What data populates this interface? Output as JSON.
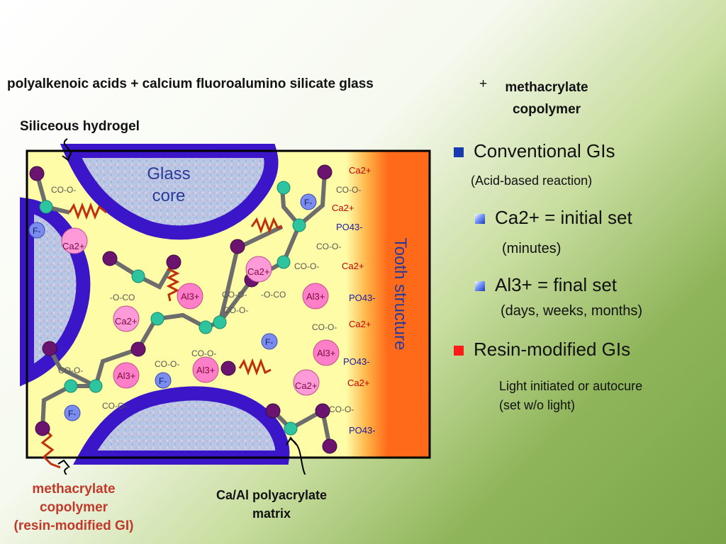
{
  "header": {
    "formula_left": "polyalkenoic acids + calcium fluoroalumino silicate glass",
    "plus": "+",
    "formula_right_line1": "methacrylate",
    "formula_right_line2": "copolymer"
  },
  "labels": {
    "siliceous": "Siliceous hydrogel",
    "methacrylate_line1": "methacrylate",
    "methacrylate_line2": "copolymer",
    "methacrylate_line3": "(resin-modified GI)",
    "matrix_line1": "Ca/Al polyacrylate",
    "matrix_line2": "matrix"
  },
  "diagram": {
    "glass_core_line1": "Glass",
    "glass_core_line2": "core",
    "tooth_structure": "Tooth structure",
    "ion_ca": "Ca2+",
    "ion_al": "Al3+",
    "ion_f": "F-",
    "group_coo": "CO-O-",
    "group_oco": "-O-CO",
    "group_po4": "PO43-"
  },
  "legend": {
    "conventional": "Conventional GIs",
    "conventional_sub": "(Acid-based reaction)",
    "ca_set": "Ca2+ = initial set",
    "ca_set_sub": "(minutes)",
    "al_set": "Al3+ = final set",
    "al_set_sub": "(days, weeks, months)",
    "resin": "Resin-modified GIs",
    "resin_sub1": "Light initiated or autocure",
    "resin_sub2": "(set w/o light)"
  },
  "colors": {
    "matrix": "#fffca8",
    "hydrogel": "#3a16c8",
    "glass": "#b7c6e4",
    "tooth": "#ff6a1a",
    "chain": "#6d6d6d",
    "purple_node": "#6a1470",
    "teal_node": "#2ec4a0",
    "ca_ion": "#ff9ad8",
    "al_ion": "#ff7ec8",
    "f_ion": "#7a8cf0",
    "spring": "#c0300c",
    "text_red": "#c0392b"
  }
}
